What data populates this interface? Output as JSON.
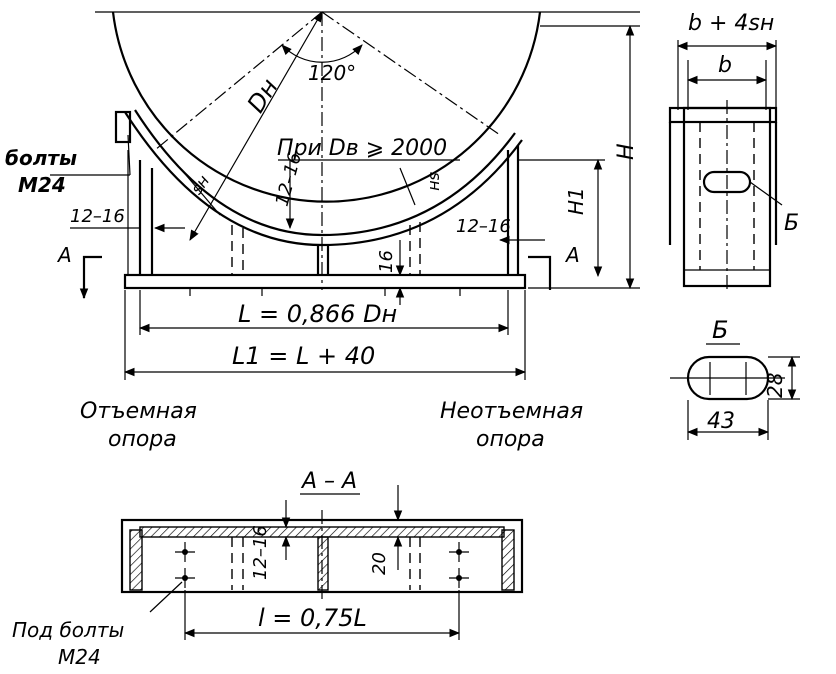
{
  "labels": {
    "angle": "120°",
    "dn": "Dн",
    "pri_db": "При Dв ⩾ 2000",
    "bolts": "болты",
    "bolts_size": "М24",
    "sn_left": "sн",
    "sn_right": "sн",
    "gap_left": "12–16",
    "gap_mid": "12–16",
    "gap_right": "12–16",
    "section_marker_left": "А",
    "section_marker_right": "А",
    "h1": "H1",
    "h": "H",
    "dim_16": "16",
    "l_formula": "L = 0,866 Dн",
    "l1_formula": "L1 = L + 40",
    "removable": "Отъемная",
    "removable_2": "опора",
    "fixed": "Неотъемная",
    "fixed_2": "опора",
    "side_b4sn": "b + 4sн",
    "side_b": "b",
    "detail_mark": "Б",
    "detail_title": "Б",
    "dim_43": "43",
    "dim_28": "28",
    "section_title": "А – А",
    "gap_sec": "12–16",
    "dim_20": "20",
    "small_l": "l = 0,75L",
    "under_bolts": "Под болты",
    "under_bolts_2": "М24"
  }
}
